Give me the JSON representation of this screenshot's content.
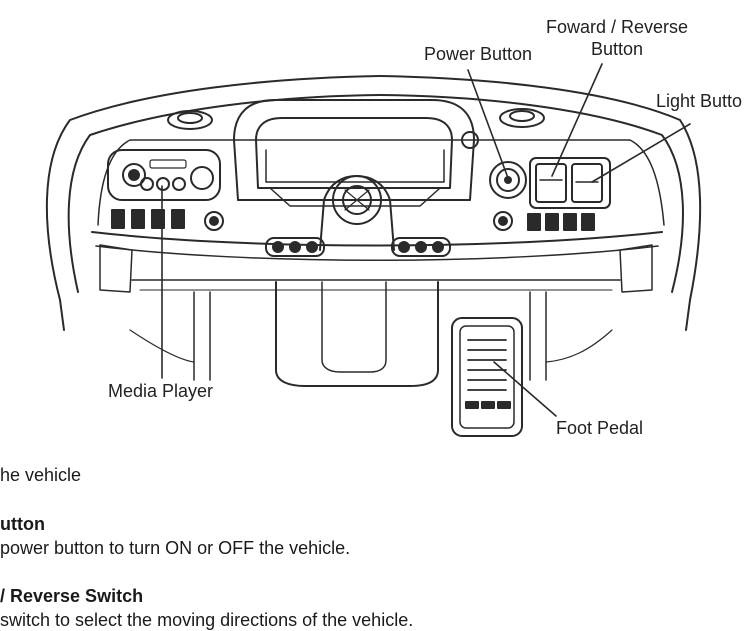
{
  "callouts": {
    "power_button": "Power Button",
    "forward_reverse_line1": "Foward / Reverse",
    "forward_reverse_line2": "Button",
    "light_button": "Light Butto",
    "media_player": "Media Player",
    "foot_pedal": "Foot Pedal"
  },
  "text": {
    "line1": "he vehicle",
    "heading2": "utton",
    "line2": " power button to turn ON or OFF the vehicle.",
    "heading3": " / Reverse Switch",
    "line3": " switch to select the moving directions of the vehicle."
  },
  "colors": {
    "ink": "#222222",
    "line": "#2a2a2a"
  }
}
